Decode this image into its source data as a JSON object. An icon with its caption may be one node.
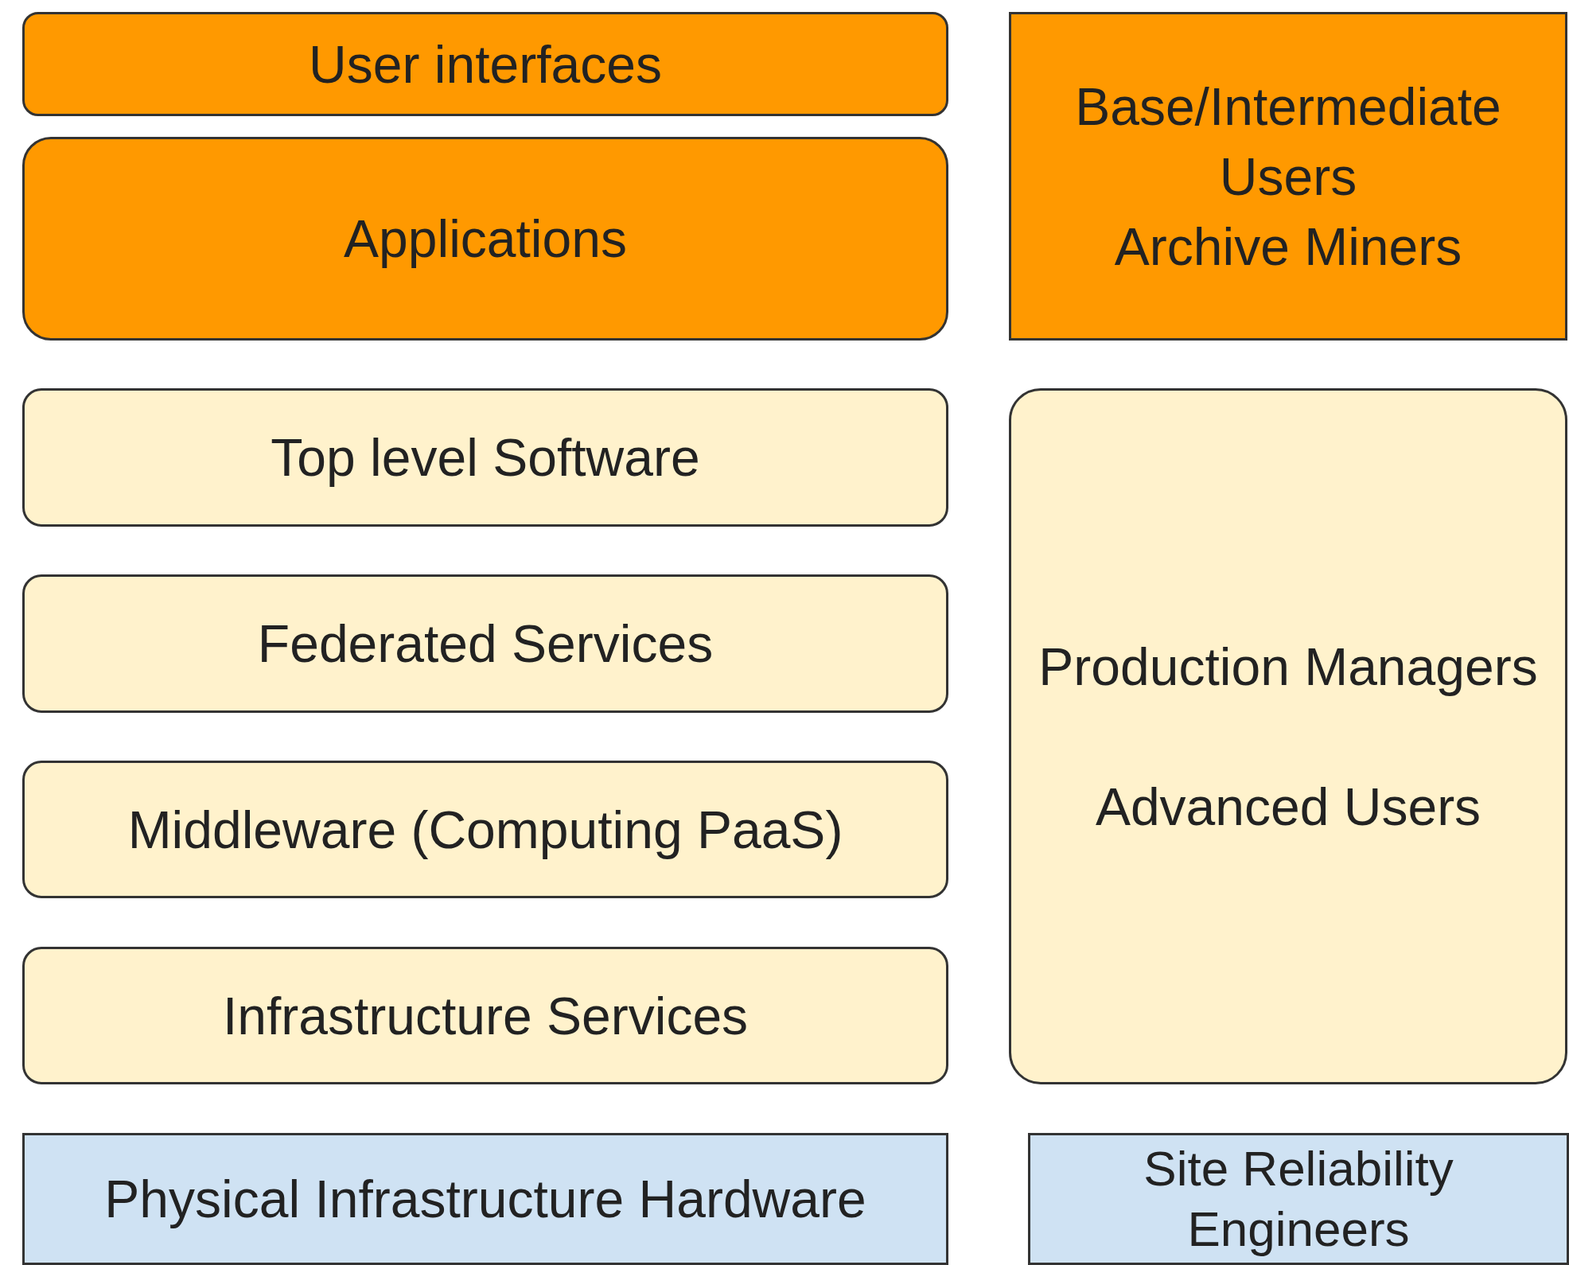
{
  "diagram": {
    "nodes": [
      {
        "text": [
          "User interfaces"
        ]
      },
      {
        "text": [
          "Applications"
        ]
      },
      {
        "text": [
          "Base/Intermediate Users",
          "Archive Miners"
        ]
      },
      {
        "text": [
          "Top level Software"
        ]
      },
      {
        "text": [
          "Federated Services"
        ]
      },
      {
        "text": [
          "Middleware (Computing PaaS)"
        ]
      },
      {
        "text": [
          "Infrastructure Services"
        ]
      },
      {
        "text": [
          "Production Managers",
          "Advanced Users"
        ]
      },
      {
        "text": [
          "Physical Infrastructure Hardware"
        ]
      },
      {
        "text": [
          "Site Reliability Engineers"
        ]
      }
    ]
  }
}
